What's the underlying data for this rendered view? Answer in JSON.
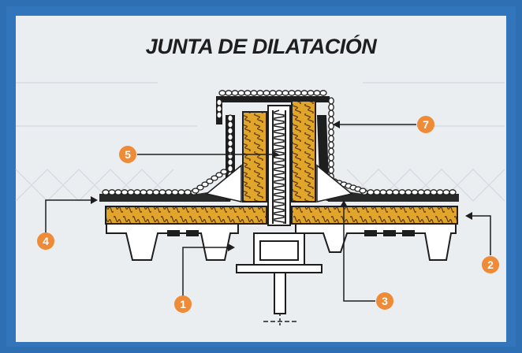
{
  "title": "JUNTA DE DILATACIÓN",
  "callouts": [
    {
      "id": "c1",
      "label": "1"
    },
    {
      "id": "c2",
      "label": "2"
    },
    {
      "id": "c3",
      "label": "3"
    },
    {
      "id": "c4",
      "label": "4"
    },
    {
      "id": "c5",
      "label": "5"
    },
    {
      "id": "c7",
      "label": "7"
    }
  ],
  "colors": {
    "background_blue": "#3275bb",
    "panel": "#ebeef1",
    "insulation": "#e1a52c",
    "callout_orange": "#ef8a36",
    "line": "#1e1e1e"
  }
}
